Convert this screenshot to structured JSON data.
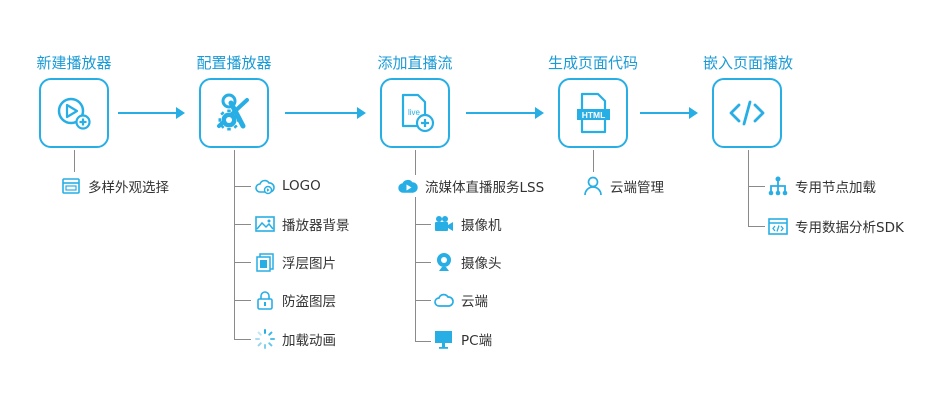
{
  "steps": [
    {
      "title": "新建播放器",
      "icon": "play-plus-icon"
    },
    {
      "title": "配置播放器",
      "icon": "wrench-gear-icon"
    },
    {
      "title": "添加直播流",
      "icon": "live-file-add-icon"
    },
    {
      "title": "生成页面代码",
      "icon": "html-file-icon"
    },
    {
      "title": "嵌入页面播放",
      "icon": "code-brackets-icon"
    }
  ],
  "step1_items": [
    "多样外观选择"
  ],
  "step2_items": [
    "LOGO",
    "播放器背景",
    "浮层图片",
    "防盗图层",
    "加载动画"
  ],
  "step3_main": "流媒体直播服务LSS",
  "step3_items": [
    "摄像机",
    "摄像头",
    "云端",
    "PC端"
  ],
  "step4_items": [
    "云端管理"
  ],
  "step5_items": [
    "专用节点加载",
    "专用数据分析SDK"
  ],
  "html_label": "HTML",
  "live_label": "live",
  "colors": {
    "accent": "#27aee5",
    "title": "#1a9bd7",
    "connector": "#8a8a8a"
  }
}
